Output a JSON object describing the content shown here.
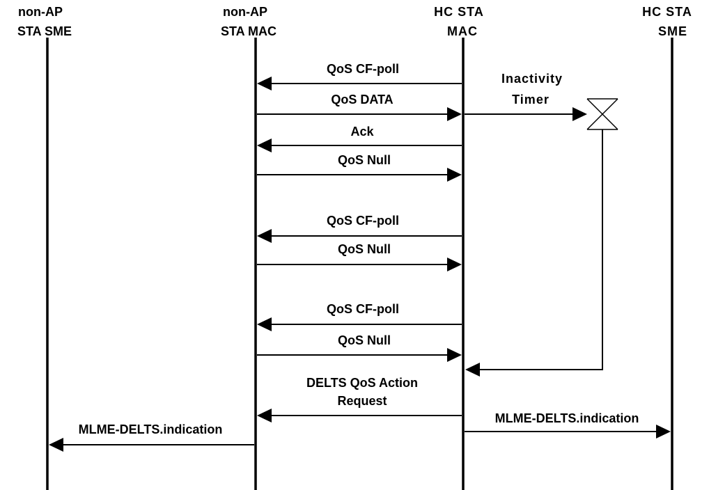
{
  "diagram": {
    "type": "sequence",
    "participants": [
      {
        "id": "sta_sme",
        "line1": "non-AP",
        "line2": "STA SME"
      },
      {
        "id": "sta_mac",
        "line1": "non-AP",
        "line2": "STA MAC"
      },
      {
        "id": "hc_mac",
        "line1": "HC STA",
        "line2": "MAC"
      },
      {
        "id": "hc_sme",
        "line1": "HC STA",
        "line2": "SME"
      }
    ],
    "messages": [
      {
        "label": "QoS CF-poll",
        "from": "hc_mac",
        "to": "sta_mac"
      },
      {
        "label": "QoS DATA",
        "from": "sta_mac",
        "to": "hc_mac"
      },
      {
        "label": "Ack",
        "from": "hc_mac",
        "to": "sta_mac"
      },
      {
        "label": "QoS Null",
        "from": "sta_mac",
        "to": "hc_mac"
      },
      {
        "label": "QoS CF-poll",
        "from": "hc_mac",
        "to": "sta_mac"
      },
      {
        "label": "QoS Null",
        "from": "sta_mac",
        "to": "hc_mac"
      },
      {
        "label": "QoS CF-poll",
        "from": "hc_mac",
        "to": "sta_mac"
      },
      {
        "label": "QoS Null",
        "from": "sta_mac",
        "to": "hc_mac"
      },
      {
        "label_line1": "DELTS QoS Action",
        "label_line2": "Request",
        "from": "hc_mac",
        "to": "sta_mac"
      },
      {
        "label": "MLME-DELTS.indication",
        "from": "hc_mac",
        "to": "hc_sme"
      },
      {
        "label": "MLME-DELTS.indication",
        "from": "sta_mac",
        "to": "sta_sme"
      }
    ],
    "timer": {
      "label_line1": "Inactivity",
      "label_line2": "Timer",
      "started_by": "QoS DATA",
      "expires_to": "hc_mac"
    }
  }
}
